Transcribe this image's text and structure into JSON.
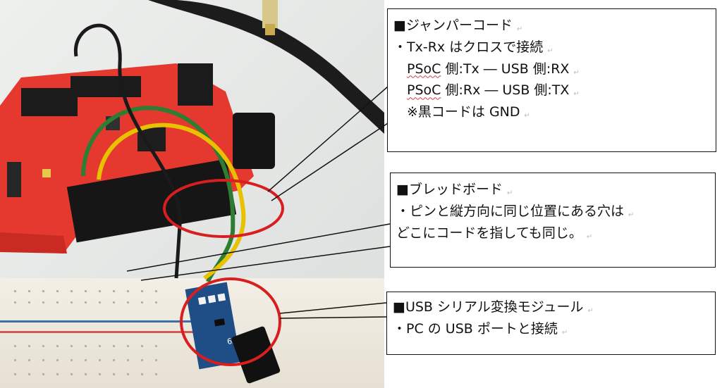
{
  "jumper_box": {
    "title": "■ジャンパーコード",
    "line1": "・Tx-Rx はクロスで接続",
    "line2_prefix": "PSoC",
    "line2_rest": " 側:Tx ― USB 側:RX",
    "line3_prefix": "PSoC",
    "line3_rest": " 側:Rx ― USB 側:TX",
    "line4": "※黒コードは GND"
  },
  "breadboard_box": {
    "title": "■ブレッドボード",
    "line1": "・ピンと縦方向に同じ位置にある穴は",
    "line2": "どこにコードを指しても同じ。"
  },
  "usb_box": {
    "title": "■USB シリアル変換モジュール",
    "line1": "・PC の USB ポートと接続"
  },
  "board_label": {
    "module_text": "6AB"
  },
  "colors": {
    "circle": "#d81e1e",
    "board": "#e5392f",
    "wire_green": "#2f7d32",
    "wire_yellow": "#e8c200",
    "module": "#1f4e86"
  },
  "icons": {
    "paragraph_mark": "↵"
  }
}
